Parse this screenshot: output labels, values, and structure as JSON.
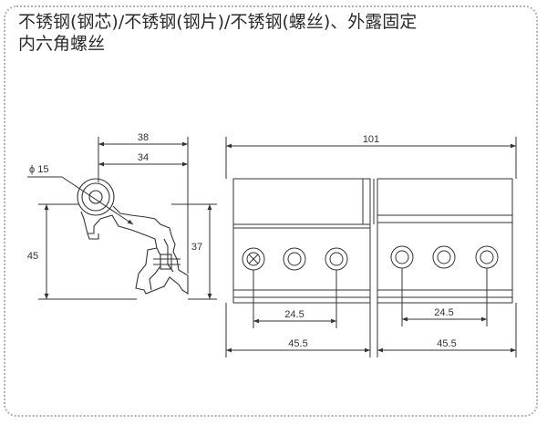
{
  "title": {
    "line1": "不锈钢(钢芯)/不锈钢(钢片)/不锈钢(螺丝)、外露固定",
    "line2": "内六角螺丝"
  },
  "side_view": {
    "dim_width_outer": "38",
    "dim_width_inner": "34",
    "dim_pin_diameter": "ϕ 15",
    "dim_height_left": "45",
    "dim_height_right": "37"
  },
  "front_view": {
    "dim_total_width": "101",
    "left_leaf": {
      "hole_spacing": "24.5",
      "leaf_width": "45.5"
    },
    "right_leaf": {
      "hole_spacing": "24.5",
      "leaf_width": "45.5"
    }
  },
  "colors": {
    "line": "#333333",
    "border": "#b0b0b0"
  }
}
